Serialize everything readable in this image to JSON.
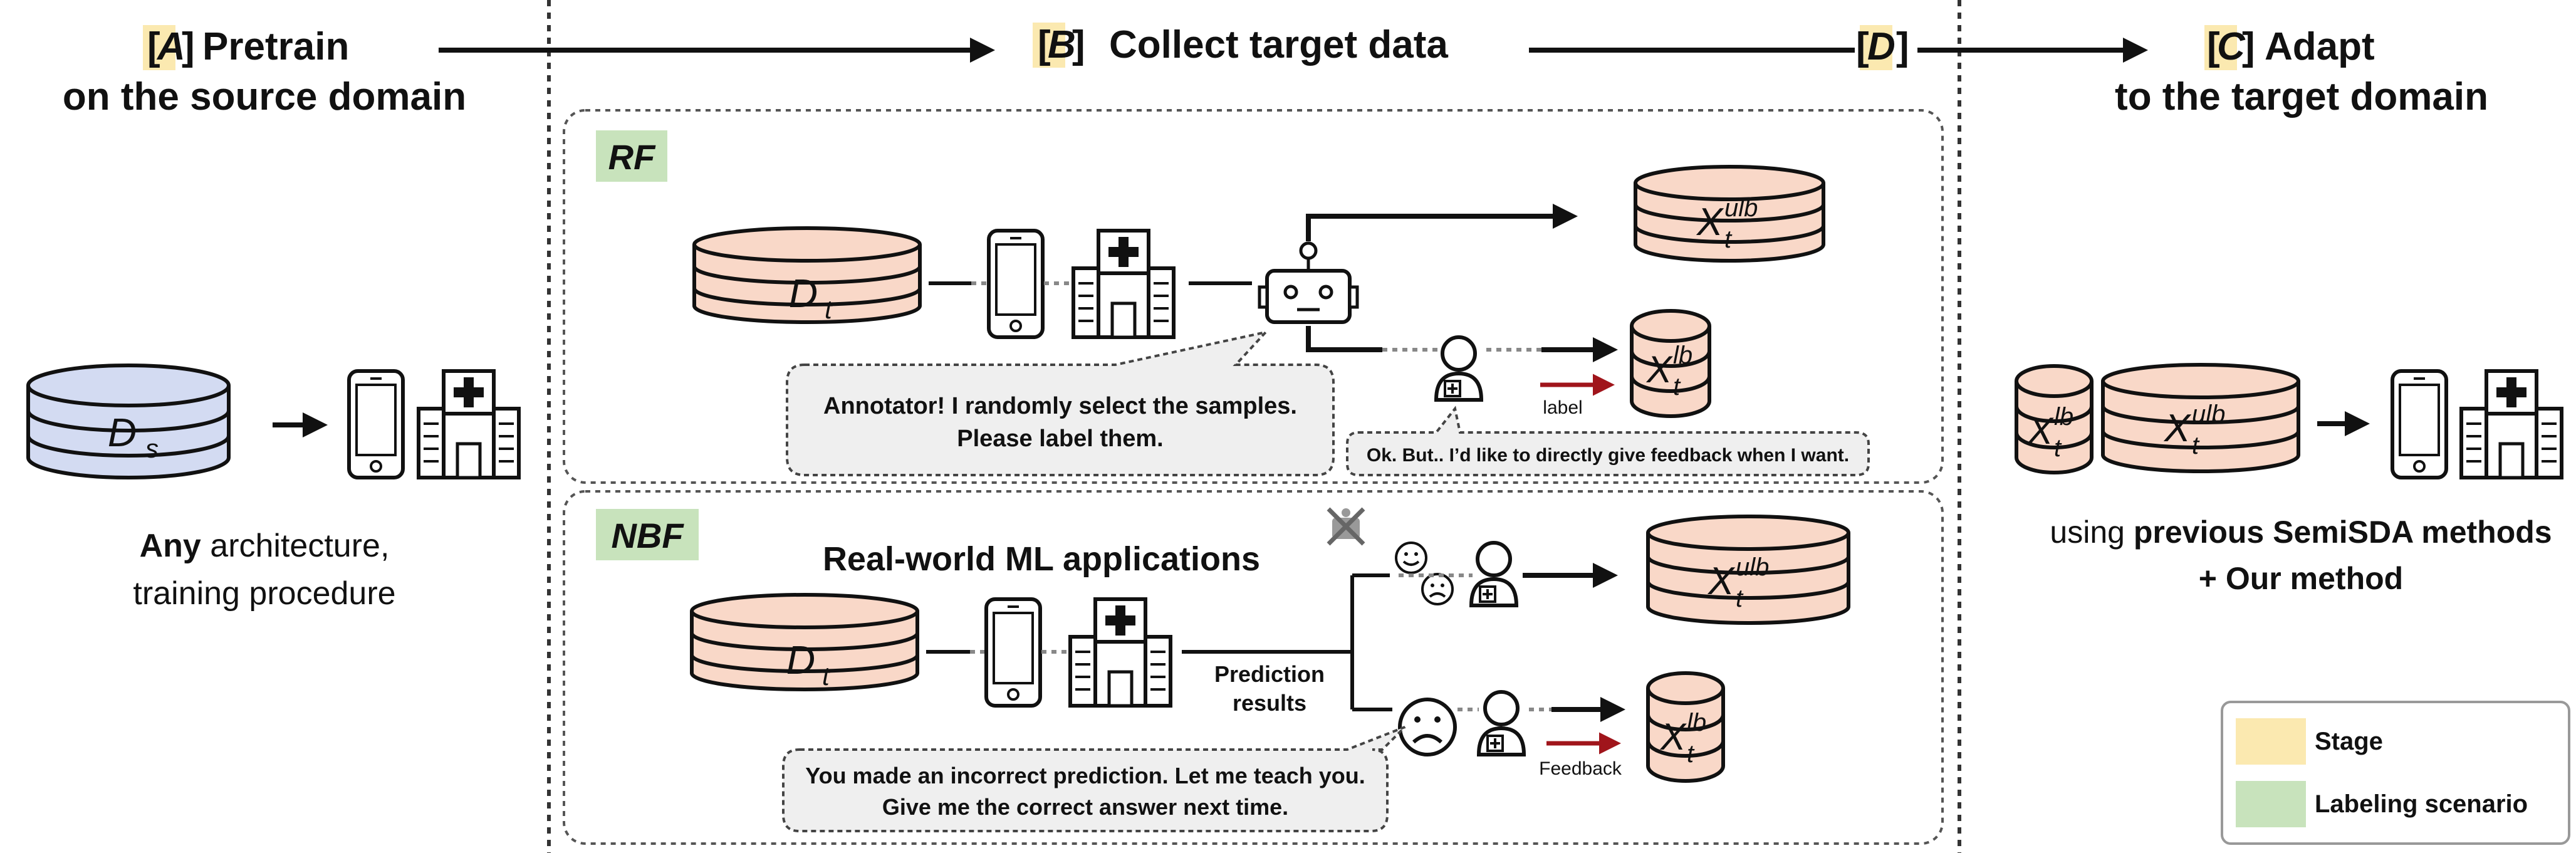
{
  "stages": {
    "a_letter": "A",
    "a_line1": "Pretrain",
    "a_line2": "on the source domain",
    "b_letter": "B",
    "b_label": "Collect target data",
    "d_letter": "D",
    "c_letter": "C",
    "c_line1": "Adapt",
    "c_line2": "to the target domain"
  },
  "source": {
    "db_label": "D",
    "db_sub": "s",
    "caption_bold": "Any",
    "caption_rest": " architecture,",
    "caption_line2": "training procedure"
  },
  "rf": {
    "tag": "RF",
    "db_label": "D",
    "db_sub": "t",
    "bubble_line1": "Annotator! I randomly select the samples.",
    "bubble_line2": "Please label them.",
    "reply": "Ok. But.. I’d like to directly give feedback when I want.",
    "arrow_label": "label"
  },
  "nbf": {
    "tag": "NBF",
    "title": "Real-world ML applications",
    "db_label": "D",
    "db_sub": "t",
    "prediction_line1": "Prediction",
    "prediction_line2": "results",
    "bubble_line1": "You made an incorrect prediction. Let me teach you.",
    "bubble_line2": "Give me the correct answer next time.",
    "arrow_label": "Feedback"
  },
  "sets": {
    "x_label": "X",
    "sub": "t",
    "ulb": "ulb",
    "lb": "lb"
  },
  "adapt": {
    "caption_pre": "using ",
    "caption_bold": "previous SemiSDA methods",
    "caption_line2": "+ Our method"
  },
  "legend": [
    {
      "label": "Stage",
      "color": "#FBE9B0"
    },
    {
      "label": "Labeling scenario",
      "color": "#C8E3BC"
    }
  ],
  "colors": {
    "stage_highlight": "#FBE9B0",
    "scenario_highlight": "#C8E3BC",
    "target_db": "#F9D8C8",
    "source_db": "#D3DBF2",
    "feedback_arrow": "#A0151B",
    "title_red": "#B5121B"
  }
}
